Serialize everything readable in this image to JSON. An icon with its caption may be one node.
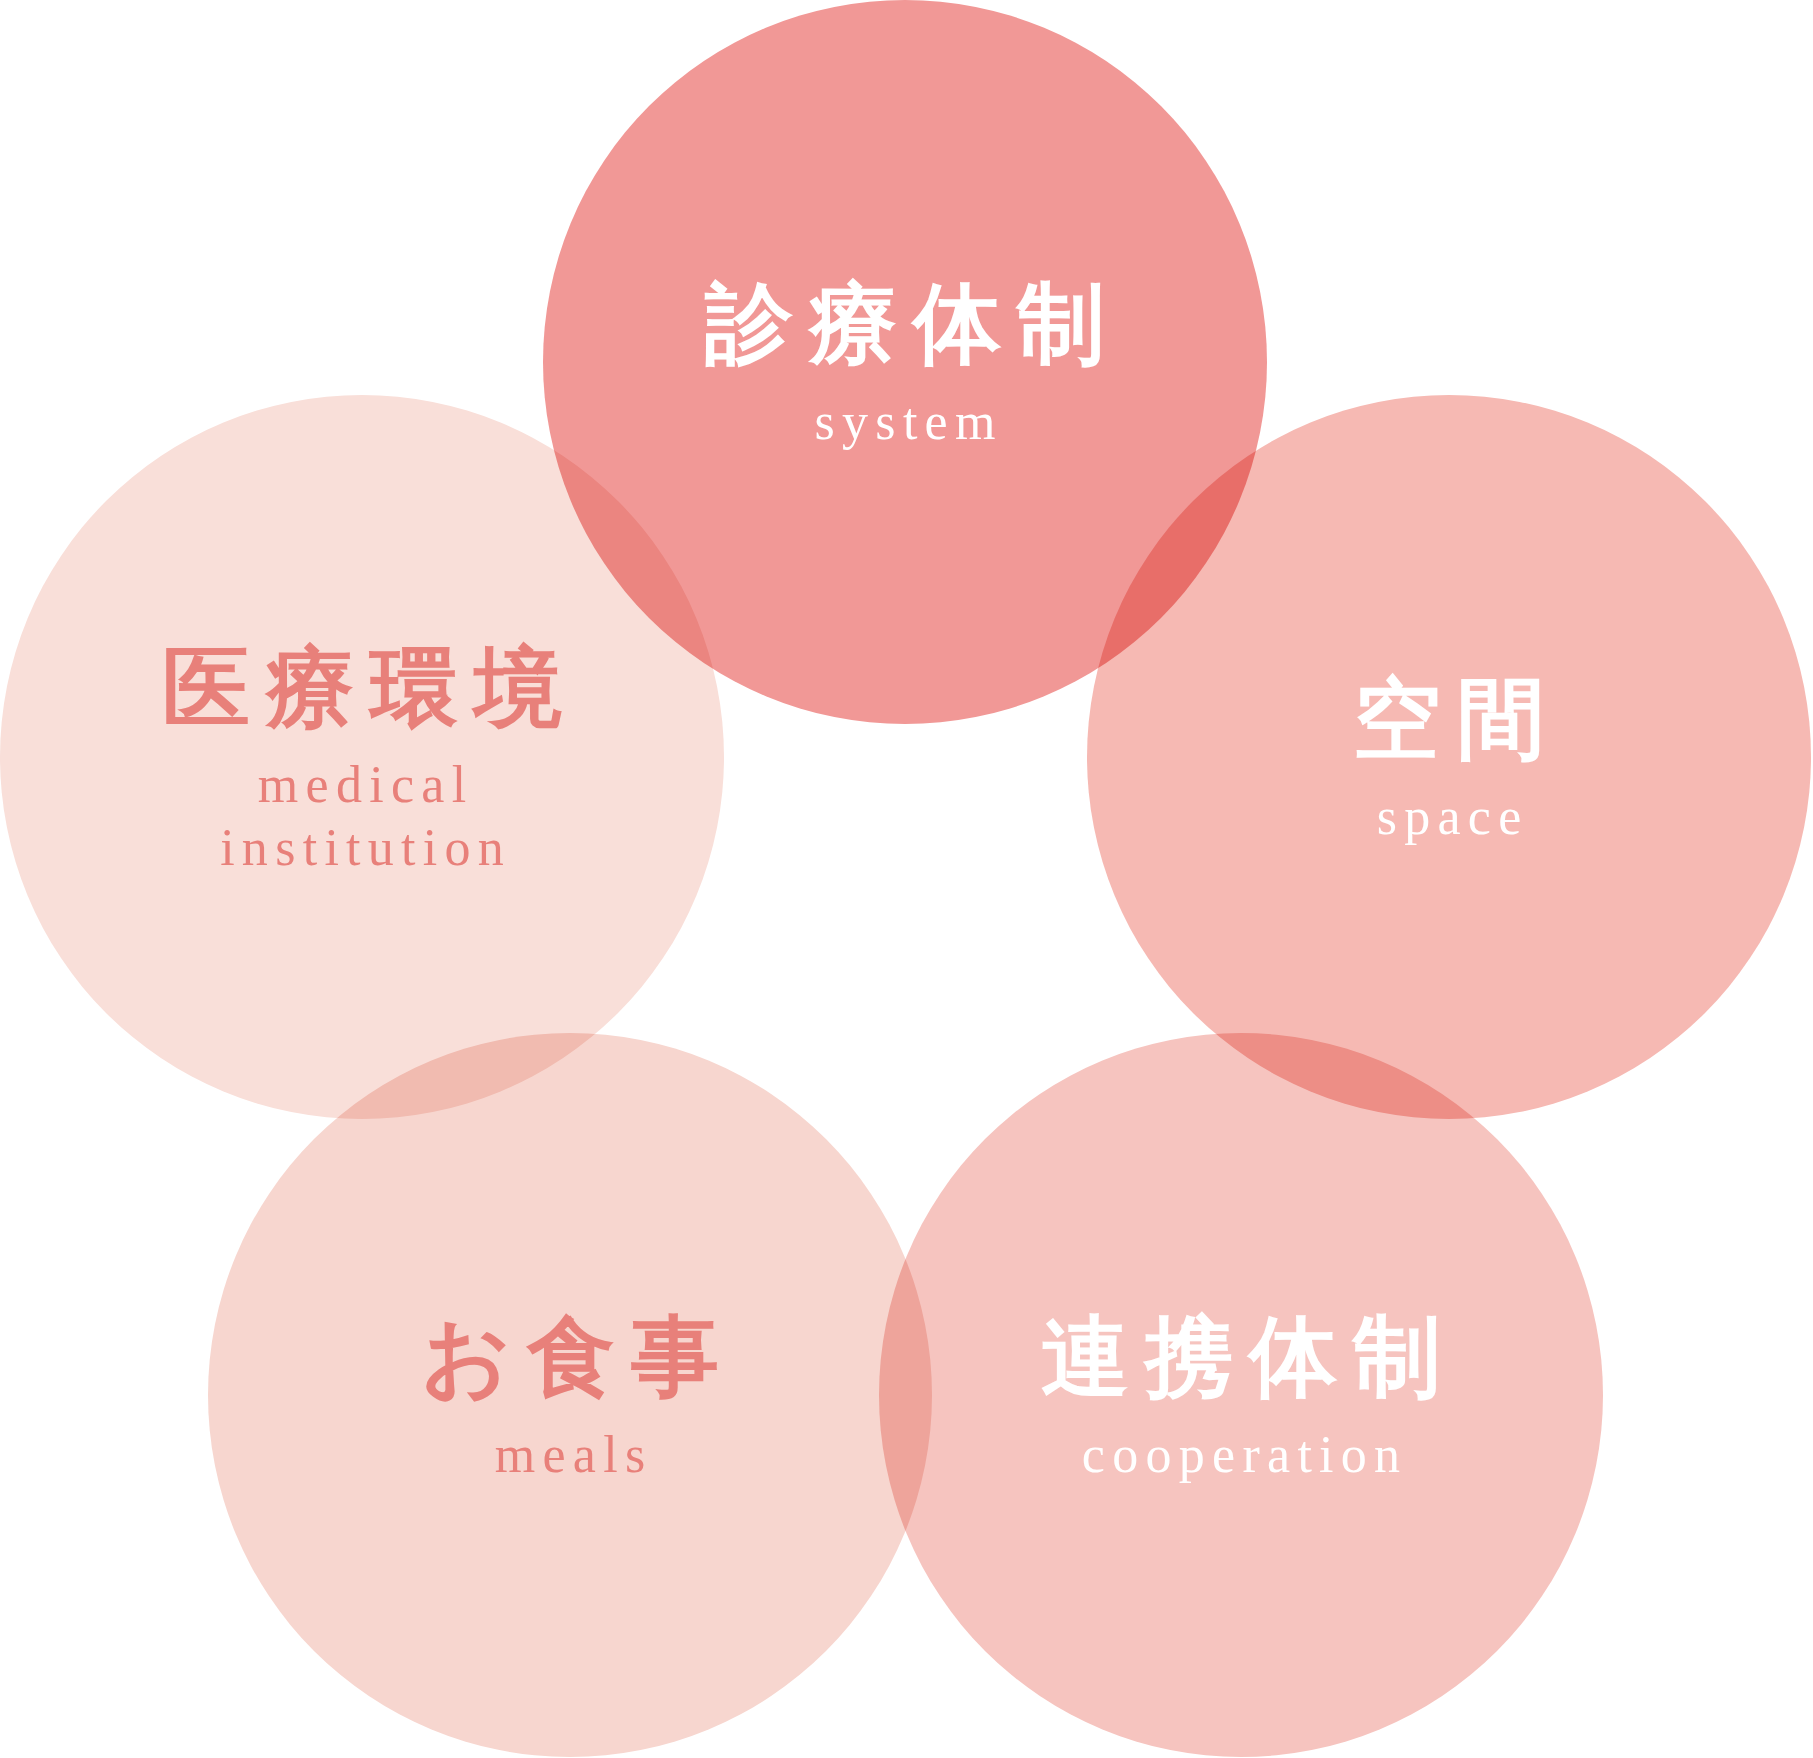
{
  "diagram": {
    "nodes": [
      {
        "text": [
          "診療体制",
          "system"
        ]
      },
      {
        "text": [
          "医療環境",
          "medical institution"
        ]
      },
      {
        "text": [
          "空間",
          "space"
        ]
      },
      {
        "text": [
          "お食事",
          "meals"
        ]
      },
      {
        "text": [
          "連携体制",
          "cooperation"
        ]
      }
    ]
  }
}
